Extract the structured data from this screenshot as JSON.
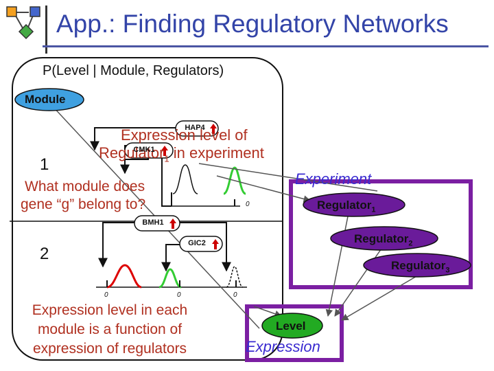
{
  "title": "App.: Finding Regulatory Networks",
  "formula": "P(Level | Module, Regulators)",
  "module_label": "Module",
  "module_numbers": [
    "1",
    "2"
  ],
  "callouts": {
    "expression_regulator_line1": "Expression level of",
    "expression_regulator_line2_a": "Regulator",
    "expression_regulator_line2_sub": "1",
    "expression_regulator_line2_b": " in experiment",
    "what_module_line1": "What module does",
    "what_module_line2": "gene “g” belong to?",
    "expression_module_line1": "Expression level in each",
    "expression_module_line2": "module is a function of",
    "expression_module_line3": "expression of regulators"
  },
  "genes": {
    "hap4": "HAP4",
    "cmk1": "CMK1",
    "bmh1": "BMH1",
    "gic2": "GIC2"
  },
  "experiment_label": "Experiment",
  "regulators": [
    {
      "text": "Regulator",
      "sub": "1"
    },
    {
      "text": "Regulator",
      "sub": "2"
    },
    {
      "text": "Regulator",
      "sub": "3"
    }
  ],
  "level_label": "Level",
  "expression_label": "Expression",
  "zero_tick": "0",
  "colors": {
    "title": "#3344a8",
    "module_node": "#3fa0e0",
    "level_node": "#22aa22",
    "regulator_frame": "#7b1fa2",
    "arrow_up": "#cc0000",
    "curve_red": "#dd0000",
    "curve_green": "#33cc33"
  },
  "icons": [
    "network-logo-icon"
  ]
}
